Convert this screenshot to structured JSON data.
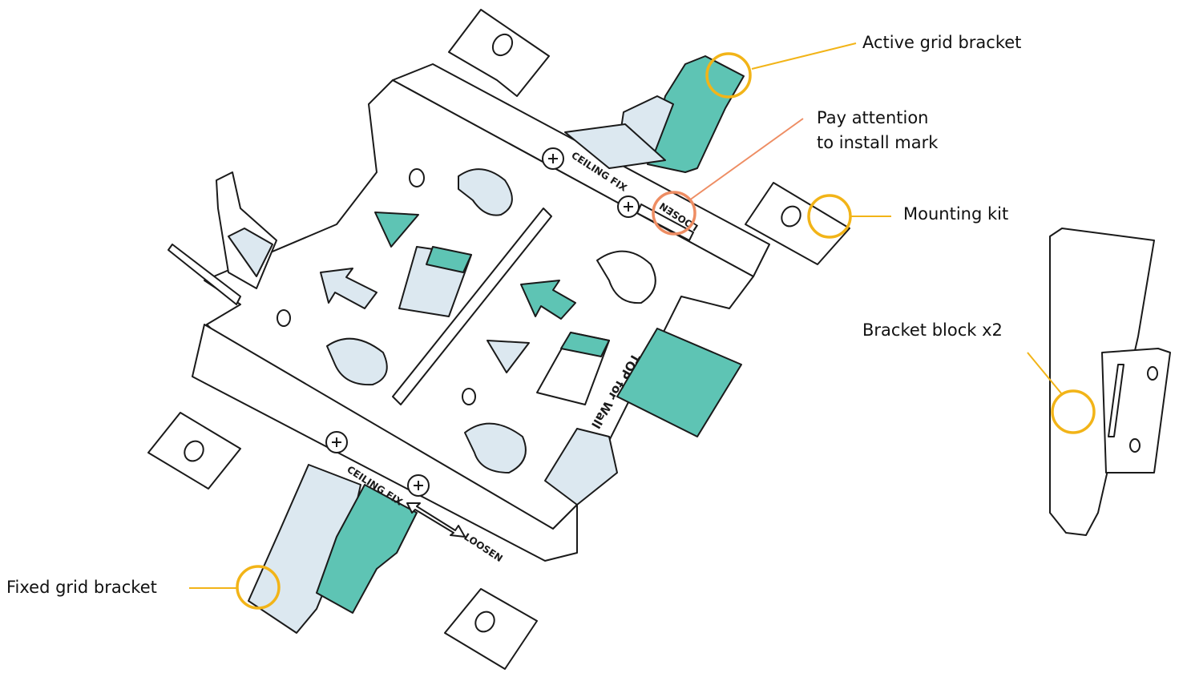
{
  "callouts": {
    "active_grid_bracket": "Active grid bracket",
    "install_mark_line1": "Pay attention",
    "install_mark_line2": "to install mark",
    "mounting_kit": "Mounting kit",
    "bracket_block": "Bracket block x2",
    "fixed_grid_bracket": "Fixed grid bracket"
  },
  "stamps": {
    "ceiling_fix": "CEILING FIX",
    "loosen": "LOOSEN",
    "top_for_wall": "TOP for Wall"
  },
  "colors": {
    "accent_teal": "#5ec4b4",
    "light_blue": "#dce8f0",
    "callout_yellow": "#f2b418",
    "callout_orange": "#ee8d63",
    "outline": "#1a1a1a"
  }
}
